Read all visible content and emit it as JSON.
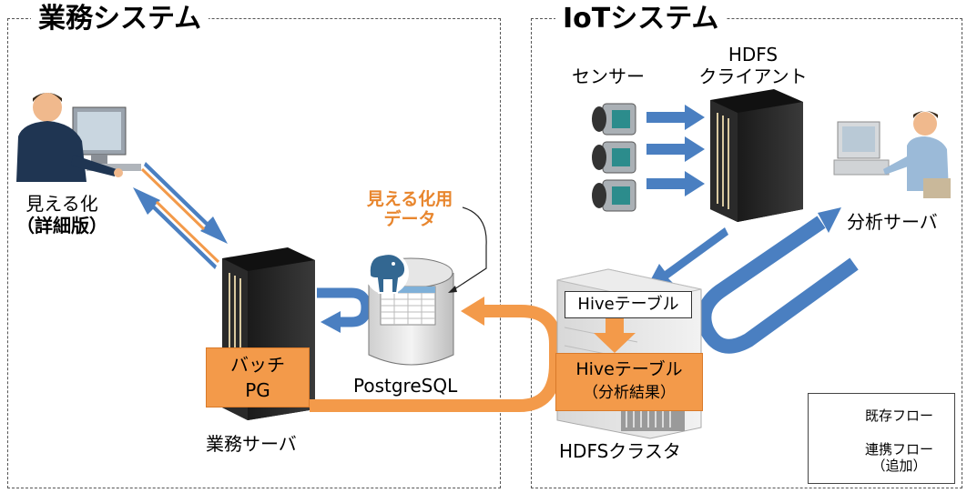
{
  "groups": {
    "business": {
      "title": "業務システム"
    },
    "iot": {
      "title": "IoTシステム"
    }
  },
  "nodes": {
    "visualization": {
      "line1": "見える化",
      "line2": "（詳細版）"
    },
    "batch": {
      "line1": "バッチ",
      "line2": "PG"
    },
    "business_server": {
      "label": "業務サーバ"
    },
    "vis_data": {
      "line1": "見える化用",
      "line2": "データ"
    },
    "postgres": {
      "label": "PostgreSQL"
    },
    "sensor": {
      "label": "センサー"
    },
    "hdfs_client": {
      "line1": "HDFS",
      "line2": "クライアント"
    },
    "analysis_server": {
      "label": "分析サーバ"
    },
    "hive_table": {
      "label": "Hiveテーブル"
    },
    "hive_result": {
      "line1": "Hiveテーブル",
      "line2": "（分析結果）"
    },
    "hdfs_cluster": {
      "label": "HDFSクラスタ"
    }
  },
  "legend": {
    "existing": "既存フロー",
    "collab_line1": "連携フロー",
    "collab_line2": "（追加）"
  },
  "colors": {
    "existing_flow": "#4a7fc1",
    "collab_flow": "#f39a4a"
  }
}
